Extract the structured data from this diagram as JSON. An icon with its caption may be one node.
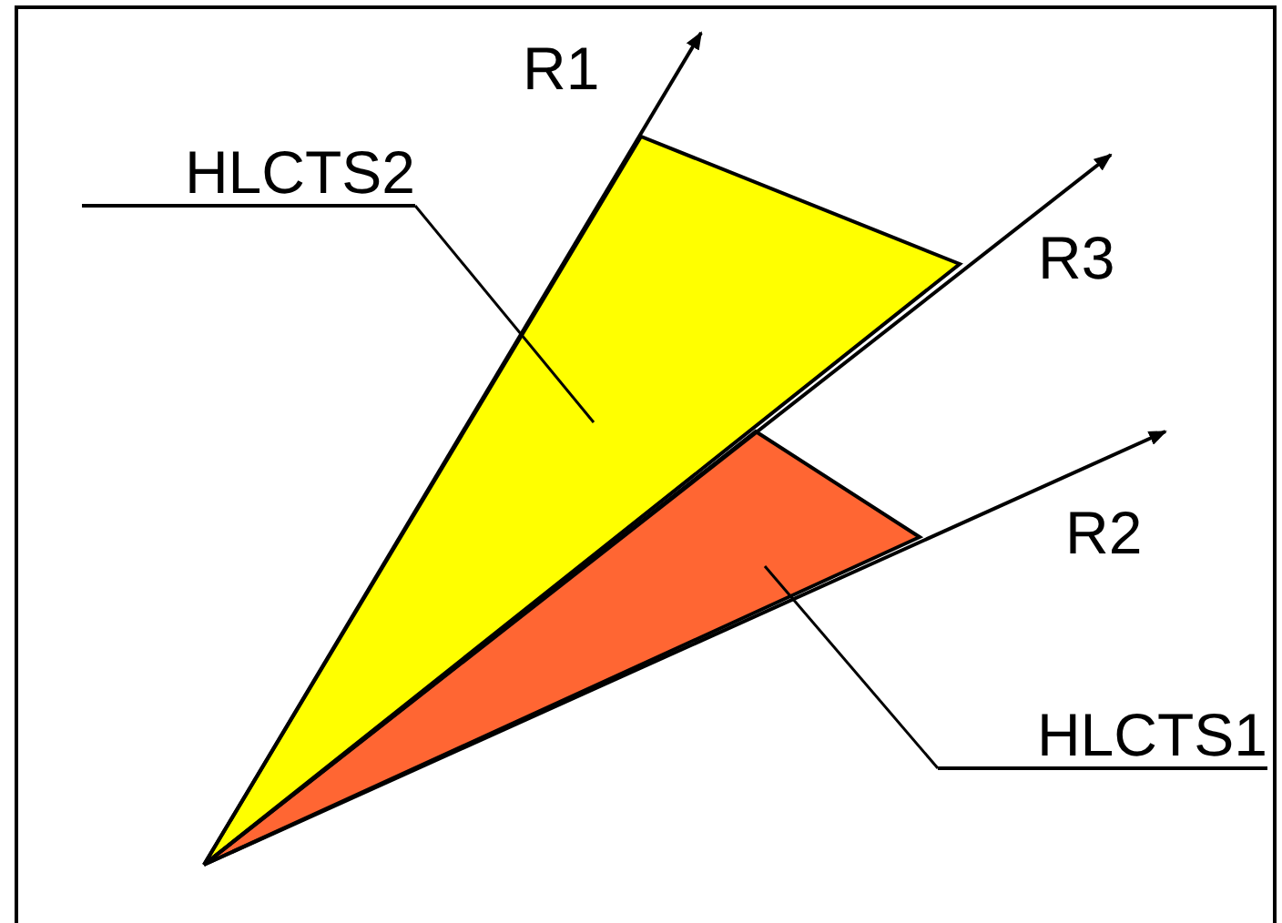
{
  "diagram": {
    "nodes": [
      {
        "text": [
          "HLCTS2"
        ]
      },
      {
        "text": [],
        "shape": "triangle"
      },
      {
        "text": [
          "HLCTS1"
        ]
      },
      {
        "text": [],
        "shape": "triangle"
      }
    ],
    "edges": [
      {
        "from": 0,
        "to": 1,
        "arrow": "none"
      },
      {
        "from": 2,
        "to": 3,
        "arrow": "none"
      }
    ],
    "labels": [
      "R1",
      "R3",
      "R2"
    ]
  }
}
